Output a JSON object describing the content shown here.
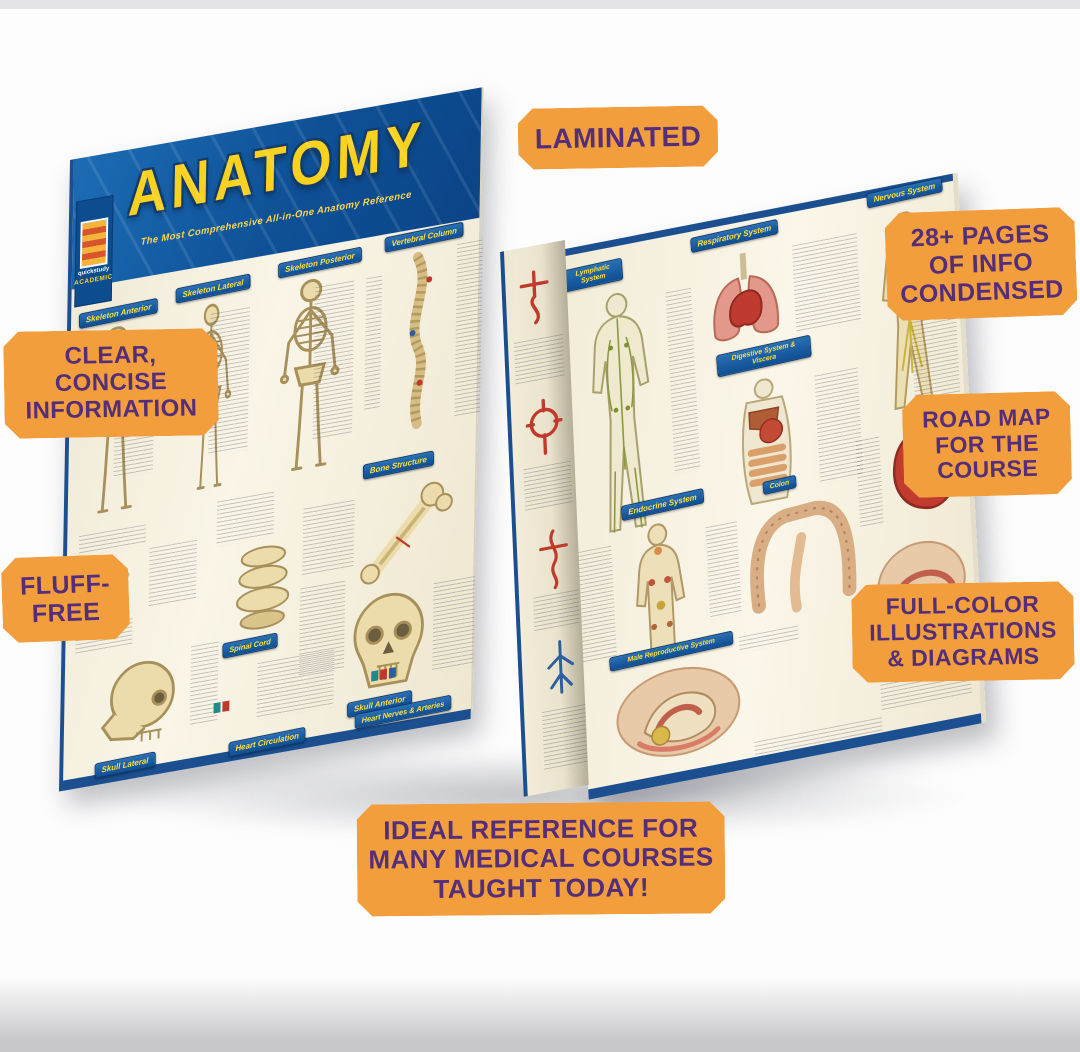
{
  "product": {
    "title": "ANATOMY",
    "subtitle": "The Most Comprehensive All-in-One Anatomy Reference",
    "brand_name": "quickstudy",
    "brand_edition": "ACADEMIC"
  },
  "badges": [
    {
      "label": "LAMINATED"
    },
    {
      "label": "28+ PAGES\nOF INFO\nCONDENSED"
    },
    {
      "label": "ROAD MAP\nFOR THE\nCOURSE"
    },
    {
      "label": "CLEAR,\nCONCISE\nINFORMATION"
    },
    {
      "label": "FLUFF-\nFREE"
    },
    {
      "label": "FULL-COLOR\nILLUSTRATIONS\n& DIAGRAMS"
    },
    {
      "label": "IDEAL REFERENCE FOR\nMANY MEDICAL COURSES\nTAUGHT TODAY!"
    }
  ],
  "front_panel": {
    "sections": [
      {
        "label": "Skeleton Anterior"
      },
      {
        "label": "Skeleton Lateral"
      },
      {
        "label": "Skeleton Posterior"
      },
      {
        "label": "Vertebral Column"
      },
      {
        "label": "Bone Structure"
      },
      {
        "label": "Spinal Cord"
      },
      {
        "label": "Skull Anterior"
      },
      {
        "label": "Skull Lateral"
      },
      {
        "label": "Heart Circulation"
      },
      {
        "label": "Heart Nerves & Arteries"
      }
    ]
  },
  "inside_panel": {
    "sections": [
      {
        "label": "Lymphatic System"
      },
      {
        "label": "Respiratory System"
      },
      {
        "label": "Nervous System"
      },
      {
        "label": "Digestive System & Viscera"
      },
      {
        "label": "Endocrine System"
      },
      {
        "label": "Colon"
      },
      {
        "label": "Male Reproductive System"
      }
    ]
  },
  "colors": {
    "badge_bg": "#F39E3D",
    "badge_text": "#542E78",
    "cover_blue": "#1565B0",
    "header_blue": "#1A5FA8",
    "header_text": "#FFE13A",
    "title_yellow": "#F8D21E",
    "page_cream": "#F5F0E2"
  }
}
